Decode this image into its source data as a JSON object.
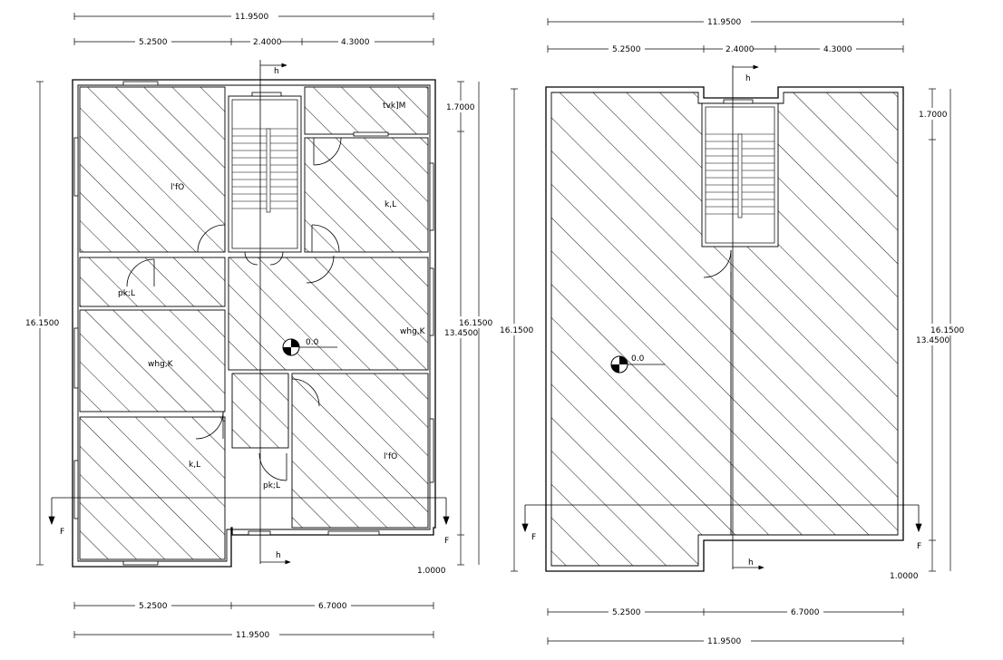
{
  "plan_left": {
    "dims_top": {
      "overall": "11.9500",
      "seg1": "5.2500",
      "seg2": "2.4000",
      "seg3": "4.3000"
    },
    "dims_bottom": {
      "seg1": "5.2500",
      "seg2": "6.7000",
      "overall": "11.9500"
    },
    "dims_left": {
      "overall": "16.1500"
    },
    "dims_right": {
      "top": "1.7000",
      "overall": "16.1500",
      "mid": "13.4500",
      "bottom": "1.0000"
    },
    "rooms": {
      "r1": "l'fO",
      "r2": "tvk]M",
      "r3": "k,L",
      "r4": "pk;L",
      "r5": "whg,K",
      "r6": "whg,K",
      "r7": "k,L",
      "r8": "l'fO",
      "r9": "pk;L"
    },
    "level": "0.0",
    "section_h_top": "h",
    "section_h_bottom": "h",
    "section_f_left": "F",
    "section_f_right": "F"
  },
  "plan_right": {
    "dims_top": {
      "overall": "11.9500",
      "seg1": "5.2500",
      "seg2": "2.4000",
      "seg3": "4.3000"
    },
    "dims_bottom": {
      "seg1": "5.2500",
      "seg2": "6.7000",
      "overall": "11.9500"
    },
    "dims_left": {
      "overall": "16.1500"
    },
    "dims_right": {
      "top": "1.7000",
      "overall": "16.1500",
      "mid": "13.4500",
      "bottom": "1.0000"
    },
    "level": "0.0",
    "section_h_top": "h",
    "section_h_bottom": "h",
    "section_f_left": "F",
    "section_f_right": "F"
  }
}
